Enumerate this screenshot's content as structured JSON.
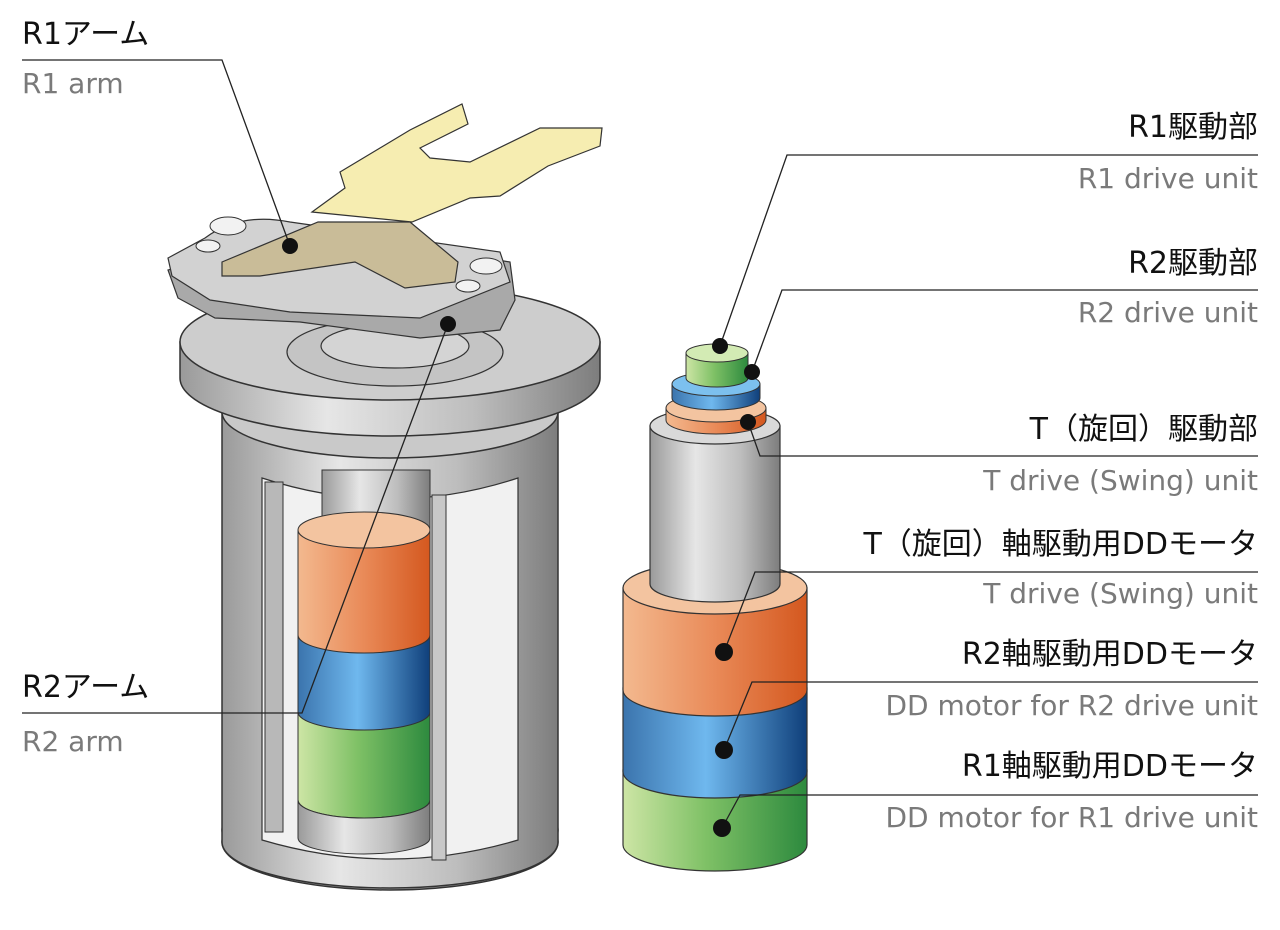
{
  "labels": {
    "r1_arm": {
      "jp": "R1アーム",
      "en": "R1 arm"
    },
    "r2_arm": {
      "jp": "R2アーム",
      "en": "R2 arm"
    },
    "r1_drive": {
      "jp": "R1駆動部",
      "en": "R1 drive unit"
    },
    "r2_drive": {
      "jp": "R2駆動部",
      "en": "R2 drive unit"
    },
    "t_drive": {
      "jp": "T（旋回）駆動部",
      "en": "T drive (Swing) unit"
    },
    "t_motor": {
      "jp": "T（旋回）軸駆動用DDモータ",
      "en": "T drive (Swing) unit"
    },
    "r2_motor": {
      "jp": "R2軸駆動用DDモータ",
      "en": "DD motor for R2 drive unit"
    },
    "r1_motor": {
      "jp": "R1軸駆動用DDモータ",
      "en": "DD motor for R1 drive unit"
    }
  },
  "colors": {
    "orange": "#e07a4c",
    "blue": "#2e78c2",
    "green": "#6fb55a",
    "arm_yellow": "#f6edb1",
    "arm_tan": "#c9bc98",
    "housing_gray": "#bcbcbc"
  }
}
